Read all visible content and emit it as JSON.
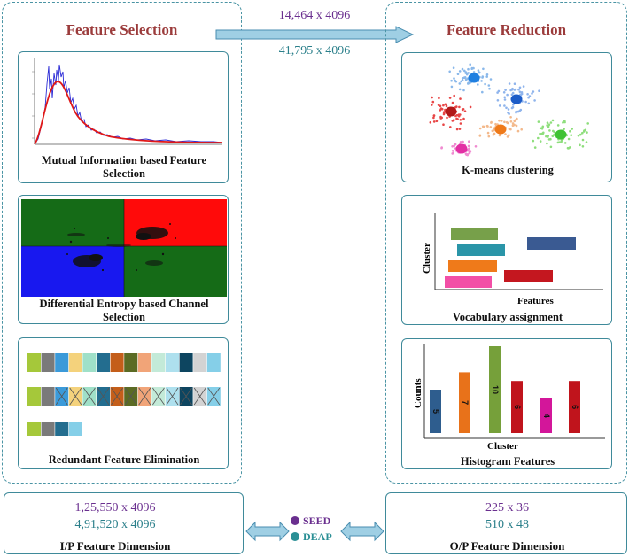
{
  "left_panel": {
    "title": "Feature Selection",
    "mi": {
      "caption": "Mutual Information based Feature Selection"
    },
    "de": {
      "caption": "Differential Entropy based Channel Selection"
    },
    "rfe": {
      "caption": "Redundant Feature Elimination",
      "row_colors": [
        "#a5c83a",
        "#7a7a7a",
        "#3b9ad9",
        "#f4d27c",
        "#9fe0c8",
        "#236d8f",
        "#c45e1a",
        "#5b6b24",
        "#f1a478",
        "#c3ead8",
        "#aee0ee",
        "#0d4560",
        "#d3d3d3",
        "#85cfe8"
      ]
    }
  },
  "right_panel": {
    "title": "Feature Reduction",
    "kmeans": {
      "caption": "K-means clustering"
    },
    "vocab": {
      "caption": "Vocabulary assignment",
      "ylabel": "Cluster",
      "xlabel": "Features"
    },
    "hist": {
      "caption": "Histogram Features",
      "ylabel": "Counts",
      "xlabel": "Cluster",
      "bars": [
        {
          "value": "5",
          "color": "#2e5d8e"
        },
        {
          "value": "7",
          "color": "#e8721a"
        },
        {
          "value": "10",
          "color": "#76a03a"
        },
        {
          "value": "6",
          "color": "#c0141c"
        },
        {
          "value": "4",
          "color": "#d3169a"
        },
        {
          "value": "6",
          "color": "#c0141c"
        }
      ]
    }
  },
  "top_dims": {
    "seed": "14,464 x 4096",
    "deap": "41,795 x 4096"
  },
  "input_box": {
    "seed": "1,25,550 x 4096",
    "deap": "4,91,520 x 4096",
    "caption": "I/P Feature Dimension"
  },
  "output_box": {
    "seed": "225 x 36",
    "deap": "510 x 48",
    "caption": "O/P Feature Dimension"
  },
  "legend": {
    "seed": "SEED",
    "deap": "DEAP",
    "seed_color": "#6a2f8f",
    "deap_color": "#2a8f95"
  }
}
